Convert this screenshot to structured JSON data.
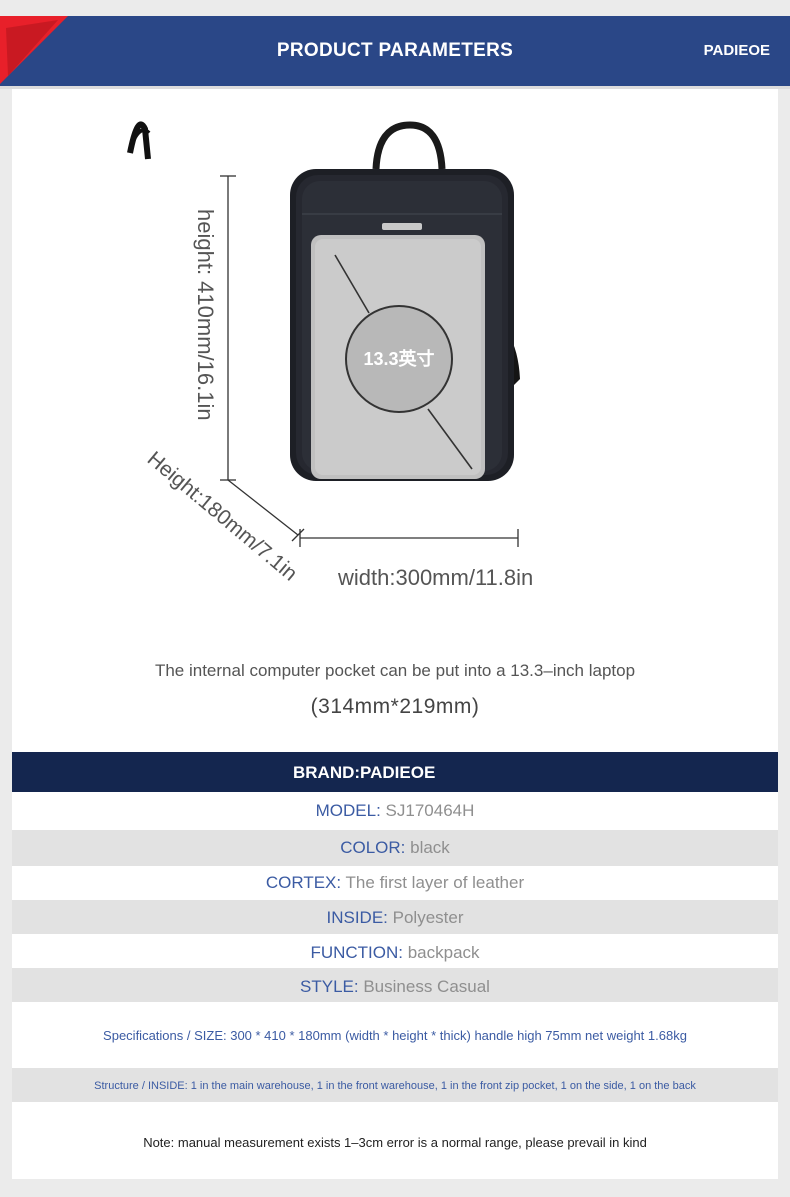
{
  "header": {
    "title": "PRODUCT PARAMETERS",
    "brand": "PADIEOE",
    "colors": {
      "bar": "#2a4787",
      "accent": "#e8202a"
    }
  },
  "diagram": {
    "laptop_label": "13.3英寸",
    "height_label": "height: 410mm/16.1in",
    "depth_label": "Height:180mm/7.1in",
    "width_label": "width:300mm/11.8in"
  },
  "captions": {
    "line1": "The internal computer pocket can be put into a 13.3–inch laptop",
    "line2": "(314mm*219mm)"
  },
  "specs": {
    "brand": "BRAND:PADIEOE",
    "rows": [
      {
        "key": "MODEL:",
        "value": "SJ170464H"
      },
      {
        "key": "COLOR:",
        "value": "black"
      },
      {
        "key": "CORTEX:",
        "value": "The first layer of leather"
      },
      {
        "key": "INSIDE:",
        "value": "Polyester"
      },
      {
        "key": "FUNCTION:",
        "value": "backpack"
      },
      {
        "key": "STYLE:",
        "value": "Business Casual"
      }
    ],
    "specification": "Specifications / SIZE: 300 * 410 * 180mm (width * height * thick) handle high 75mm net weight 1.68kg",
    "structure": "Structure / INSIDE: 1 in the main warehouse, 1 in the front warehouse, 1 in the front zip pocket, 1 on the side, 1 on the back",
    "note": "Note: manual measurement exists 1–3cm error is a normal range, please prevail in kind"
  }
}
